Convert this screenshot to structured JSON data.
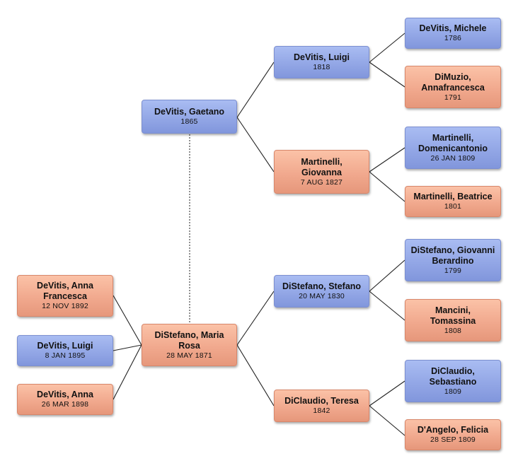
{
  "people": {
    "gaetano": {
      "name": "DeVitis, Gaetano",
      "date": "1865",
      "sex": "male"
    },
    "maria_rosa": {
      "name": "DiStefano, Maria Rosa",
      "date": "28 MAY 1871",
      "sex": "female"
    },
    "child_anna_francesca": {
      "name": "DeVitis, Anna Francesca",
      "date": "12 NOV 1892",
      "sex": "female"
    },
    "child_luigi": {
      "name": "DeVitis, Luigi",
      "date": "8 JAN 1895",
      "sex": "male"
    },
    "child_anna": {
      "name": "DeVitis, Anna",
      "date": "26 MAR 1898",
      "sex": "female"
    },
    "luigi_1818": {
      "name": "DeVitis, Luigi",
      "date": "1818",
      "sex": "male"
    },
    "giovanna": {
      "name": "Martinelli, Giovanna",
      "date": "7 AUG 1827",
      "sex": "female"
    },
    "stefano": {
      "name": "DiStefano, Stefano",
      "date": "20 MAY 1830",
      "sex": "male"
    },
    "teresa": {
      "name": "DiClaudio, Teresa",
      "date": "1842",
      "sex": "female"
    },
    "michele": {
      "name": "DeVitis, Michele",
      "date": "1786",
      "sex": "male"
    },
    "annafrancesca": {
      "name": "DiMuzio, Annafrancesca",
      "date": "1791",
      "sex": "female"
    },
    "domenicantonio": {
      "name": "Martinelli, Domenicantonio",
      "date": "26 JAN 1809",
      "sex": "male"
    },
    "beatrice": {
      "name": "Martinelli, Beatrice",
      "date": "1801",
      "sex": "female"
    },
    "giovanni_berardino": {
      "name": "DiStefano, Giovanni Berardino",
      "date": "1799",
      "sex": "male"
    },
    "tomassina": {
      "name": "Mancini, Tomassina",
      "date": "1808",
      "sex": "female"
    },
    "sebastiano": {
      "name": "DiClaudio, Sebastiano",
      "date": "1809",
      "sex": "male"
    },
    "felicia": {
      "name": "D'Angelo, Felicia",
      "date": "28 SEP 1809",
      "sex": "female"
    }
  },
  "colors": {
    "male": "#93a7e6",
    "female": "#f1a98e",
    "connector": "#222222"
  }
}
